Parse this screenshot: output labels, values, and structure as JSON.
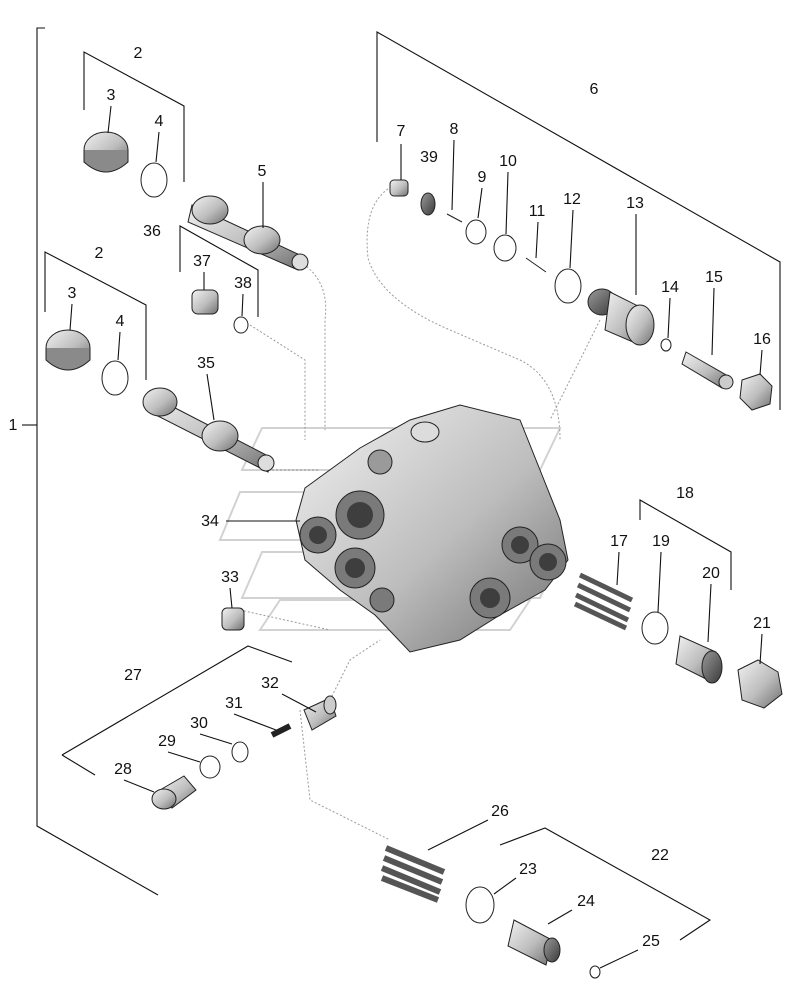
{
  "diagram": {
    "labels": [
      "1",
      "2",
      "3",
      "4",
      "5",
      "6",
      "7",
      "39",
      "8",
      "9",
      "10",
      "11",
      "12",
      "13",
      "14",
      "15",
      "16",
      "36",
      "37",
      "38",
      "35",
      "34",
      "33",
      "17",
      "18",
      "19",
      "20",
      "21",
      "27",
      "32",
      "31",
      "30",
      "29",
      "28",
      "26",
      "22",
      "23",
      "24",
      "25"
    ],
    "repeated_labels": {
      "2b": "2",
      "3b": "3",
      "4b": "4"
    }
  }
}
